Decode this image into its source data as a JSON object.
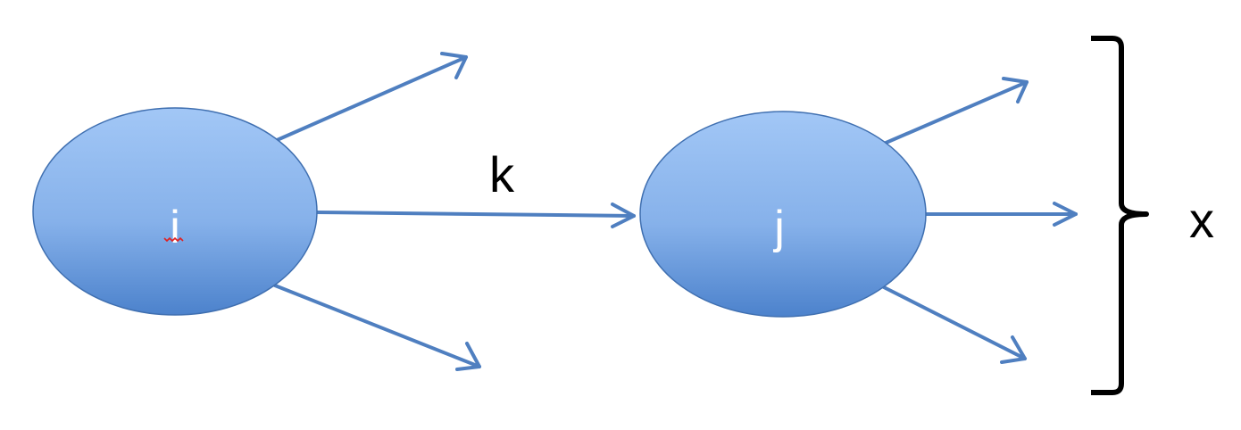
{
  "diagram": {
    "nodes": [
      {
        "id": "node-i",
        "label": "i"
      },
      {
        "id": "node-j",
        "label": "j"
      }
    ],
    "edge_label": "k",
    "bracket_label": "x",
    "colors": {
      "node_fill_top": "#9cc2f3",
      "node_fill_bottom": "#4f85cf",
      "node_stroke": "#3f6fb0",
      "arrow": "#4f7fc0",
      "text": "#000000",
      "node_text": "#ffffff",
      "spellcheck_underline": "#e02020"
    }
  }
}
